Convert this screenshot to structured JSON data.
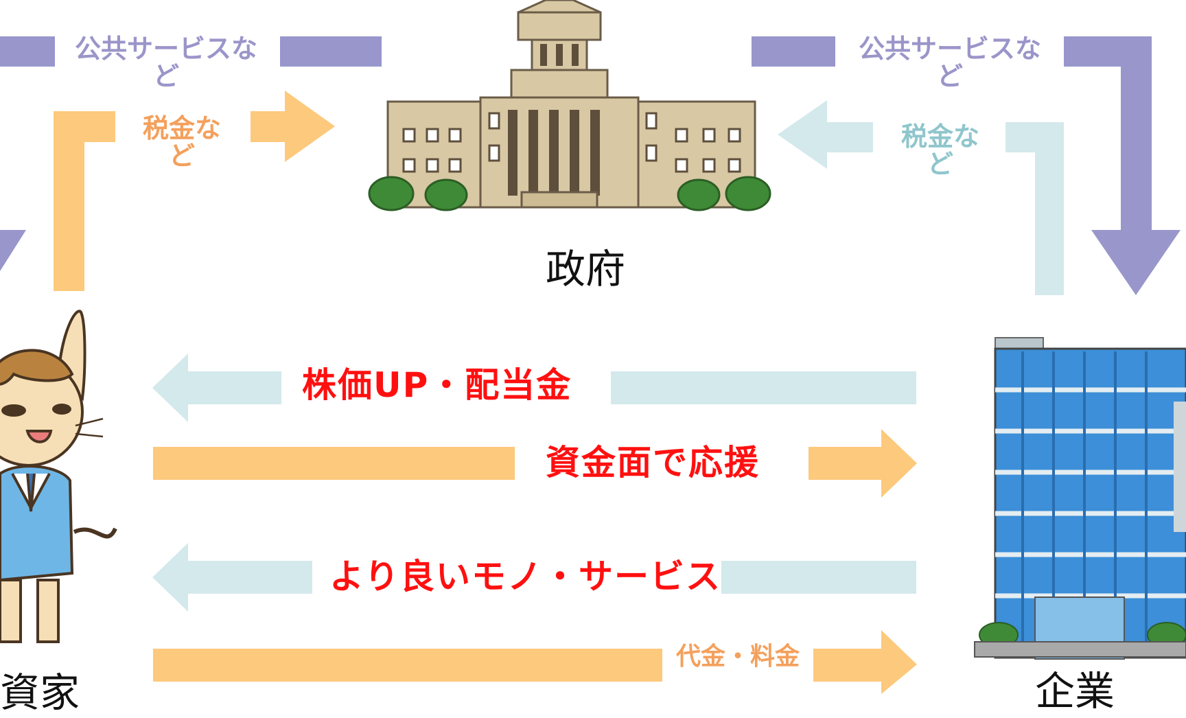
{
  "colors": {
    "purple": "#9896cb",
    "orange": "#fdc97c",
    "light_blue": "#d3e9ec",
    "red_text": "#ff1010",
    "building_tan": "#d8c8a4",
    "office_blue": "#3c8fd8"
  },
  "government": {
    "label": "政府",
    "icon": "national-diet-building-icon"
  },
  "company": {
    "label": "企業",
    "icon": "office-building-icon"
  },
  "investor": {
    "label": "投資家",
    "icon": "cat-investor-character-icon"
  },
  "flows": {
    "gov_to_investor": "公共サービスな\nど",
    "investor_to_gov": "税金な\nど",
    "gov_to_company": "公共サービスな\nど",
    "company_to_gov": "税金な\nど",
    "stock_dividend": "株価UP・配当金",
    "funding_support": "資金面で応援",
    "better_goods": "より良いモノ・サービス",
    "payment": "代金・料金"
  }
}
